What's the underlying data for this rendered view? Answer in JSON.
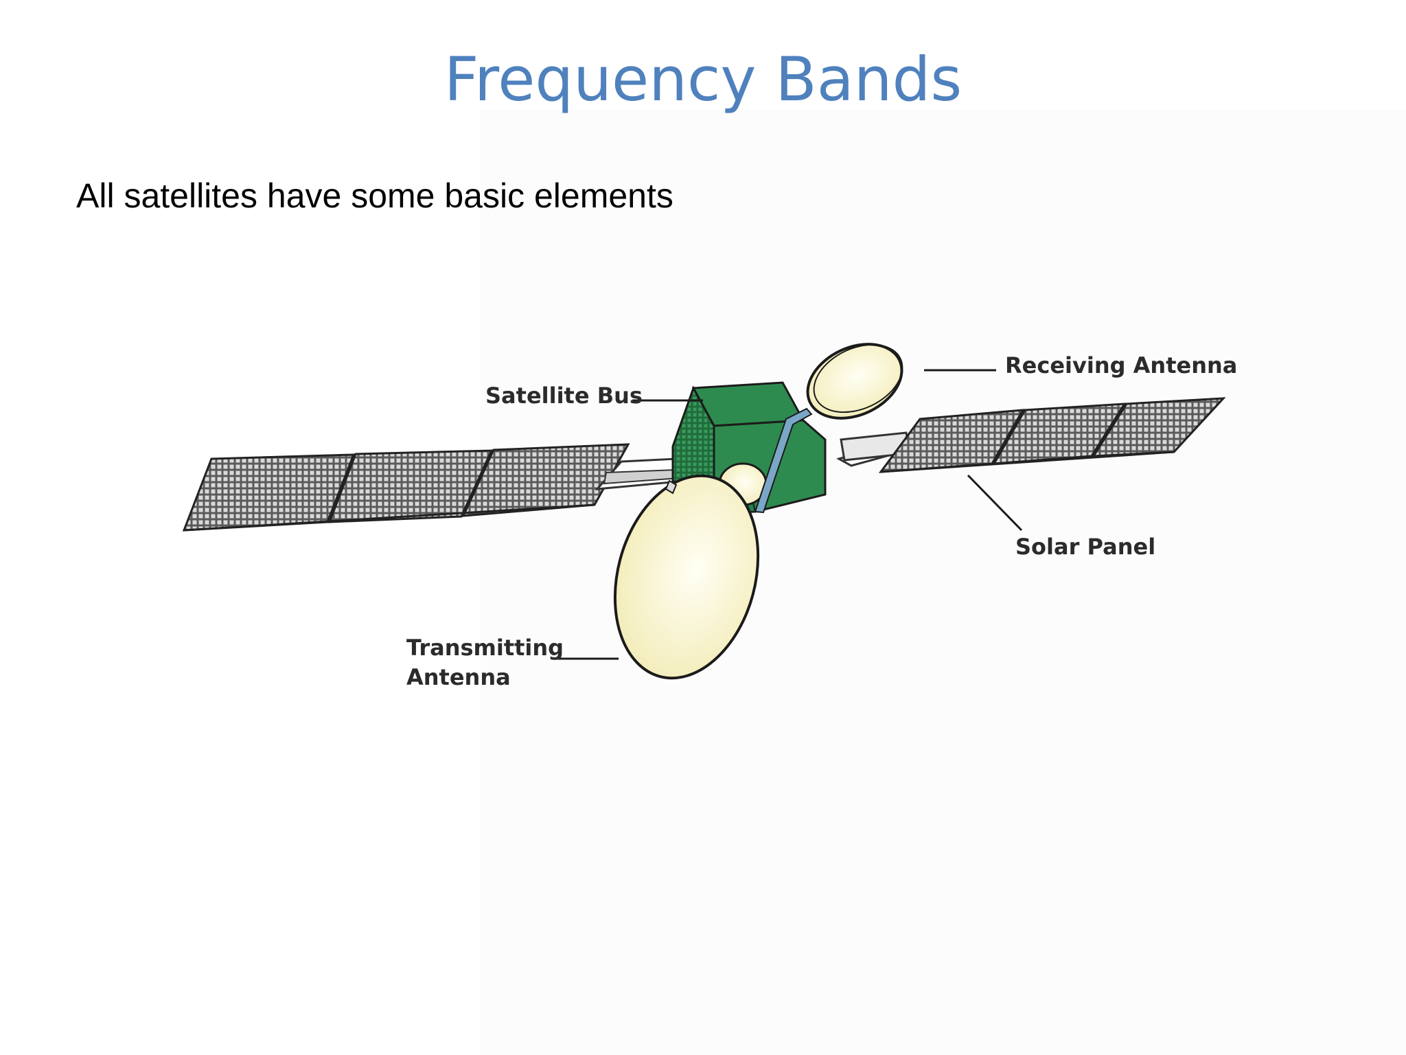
{
  "slide": {
    "title": "Frequency Bands",
    "body": "All satellites have some basic elements"
  },
  "diagram": {
    "labels": {
      "satellite_bus": "Satellite Bus",
      "receiving_antenna": "Receiving Antenna",
      "solar_panel": "Solar Panel",
      "transmitting_antenna_line1": "Transmitting",
      "transmitting_antenna_line2": "Antenna"
    },
    "colors": {
      "title": "#4f81bd",
      "bus": "#2e8b4f",
      "bus_dark": "#1f6b3a",
      "dish": "#fbf6cf",
      "panel": "#4a4a4a"
    }
  }
}
